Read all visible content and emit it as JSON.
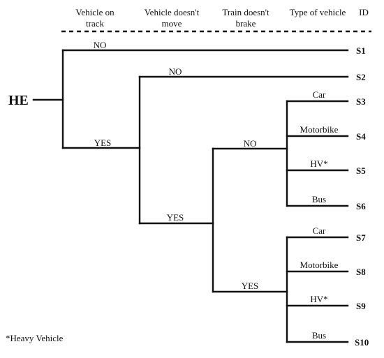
{
  "headers": {
    "h1": [
      "Vehicle on",
      "track"
    ],
    "h2": [
      "Vehicle doesn't",
      "move"
    ],
    "h3": [
      "Train doesn't",
      "brake"
    ],
    "h4": "Type of vehicle",
    "h5": "ID"
  },
  "root_label": "HE",
  "labels": {
    "vehicle_on_track_no": "NO",
    "vehicle_on_track_yes": "YES",
    "vehicle_doesnt_move_no": "NO",
    "vehicle_doesnt_move_yes": "YES",
    "train_doesnt_brake_no": "NO",
    "train_doesnt_brake_yes": "YES",
    "type_car_a": "Car",
    "type_motorbike_a": "Motorbike",
    "type_hv_a": "HV*",
    "type_bus_a": "Bus",
    "type_car_b": "Car",
    "type_motorbike_b": "Motorbike",
    "type_hv_b": "HV*",
    "type_bus_b": "Bus"
  },
  "ids": [
    "S1",
    "S2",
    "S3",
    "S4",
    "S5",
    "S6",
    "S7",
    "S8",
    "S9",
    "S10"
  ],
  "footnote": "*Heavy Vehicle"
}
